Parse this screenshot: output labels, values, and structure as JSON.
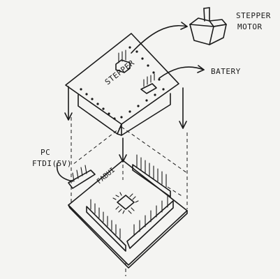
{
  "labels": {
    "motor_line1": "STEPPER",
    "motor_line2": "MOTOR",
    "battery": "BATERY",
    "pc_line1": "PC",
    "pc_line2": "FTDI(5V)",
    "stepper_chip": "STEPPER",
    "fabuino": "FABUI"
  },
  "colors": {
    "paper": "#f4f4f2",
    "ink": "#1a1a1a"
  }
}
